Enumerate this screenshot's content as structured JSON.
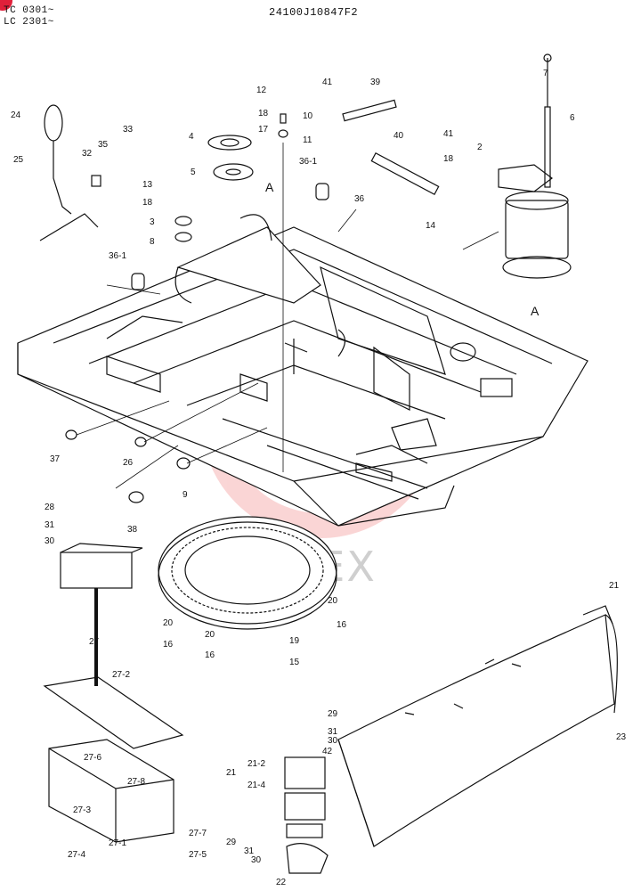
{
  "header": {
    "serial_tc": "TC 0301~",
    "serial_lc": "LC 2301~",
    "drawing_no": "24100J10847F2"
  },
  "watermark": {
    "text": "ИРТЕХ",
    "color": "#f2a0a0"
  },
  "accent_color": "#e0203a",
  "section_marker": "A",
  "callouts": [
    "7",
    "6",
    "2",
    "41",
    "39",
    "12",
    "18",
    "17",
    "10",
    "11",
    "4",
    "5",
    "24",
    "33",
    "35",
    "32",
    "25",
    "13",
    "18",
    "3",
    "8",
    "36-1",
    "36",
    "40",
    "41",
    "18",
    "14",
    "36-1",
    "37",
    "26",
    "9",
    "38",
    "28",
    "31",
    "30",
    "27",
    "20",
    "16",
    "20",
    "16",
    "20",
    "16",
    "19",
    "15",
    "21",
    "23",
    "27-2",
    "29",
    "31",
    "30",
    "42",
    "21-2",
    "21",
    "21-4",
    "27-6",
    "27-8",
    "27-3",
    "27-7",
    "27-4",
    "27-1",
    "27-5",
    "29",
    "31",
    "30",
    "22"
  ]
}
